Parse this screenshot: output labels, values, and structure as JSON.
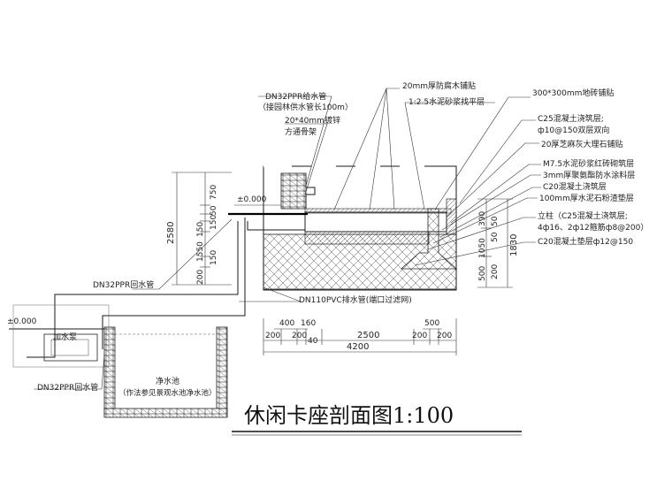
{
  "title": "休闲卡座剖面图1:100",
  "labels": {
    "supply_pipe": "DN32PPR给水管",
    "supply_pipe_note": "（接园林供水管长100m）",
    "steel_frame_1": "20*40mm镀锌",
    "steel_frame_2": "方通骨架",
    "wood": "20mm厚防腐木铺贴",
    "mortar": "1:2.5水泥砂浆找平层",
    "tile": "300*300mm地砖铺贴",
    "concrete_1": "C25混凝土浇筑层;",
    "concrete_2": "ф10@150双层双向",
    "marble": "20厚芝麻灰大理石铺贴",
    "brick_wall": "M7.5水泥砂浆红砖砌筑层",
    "waterproof": "3mm厚聚氨酯防水涂料层",
    "c20_layer": "C20混凝土浇筑层",
    "stone_layer": "100mm厚水泥石粉渣垫层",
    "column_1": "立柱（C25混凝土浇筑层;",
    "column_2": "4ф16、2ф12箍筋ф8@200）",
    "c20_pad": "C20混凝土垫层ф12@150",
    "return_pipe_top": "DN32PPR回水管",
    "drain_pipe": "DN110PVC排水管(端口过滤网)",
    "pump": "加水泵",
    "return_pipe_bottom": "DN32PPR回水管",
    "pool": "净水池",
    "pool_note": "（作法参见景观水池净水池）",
    "level_upper": "±0.000",
    "level_lower": "±0.000"
  },
  "dims": {
    "left_total": "2580",
    "left_parts": [
      "750",
      "50",
      "150",
      "150",
      "1550",
      "150",
      "200"
    ],
    "right_total": "1830",
    "right_parts": [
      "390",
      "1050",
      "500"
    ],
    "right_inner": [
      "50",
      "50",
      "200"
    ],
    "bottom_total": "4200",
    "bottom_main": "2500",
    "bottom_parts_top": [
      "400",
      "160",
      "500"
    ],
    "bottom_parts_bottom": [
      "200",
      "200",
      "40",
      "200",
      "200"
    ]
  }
}
